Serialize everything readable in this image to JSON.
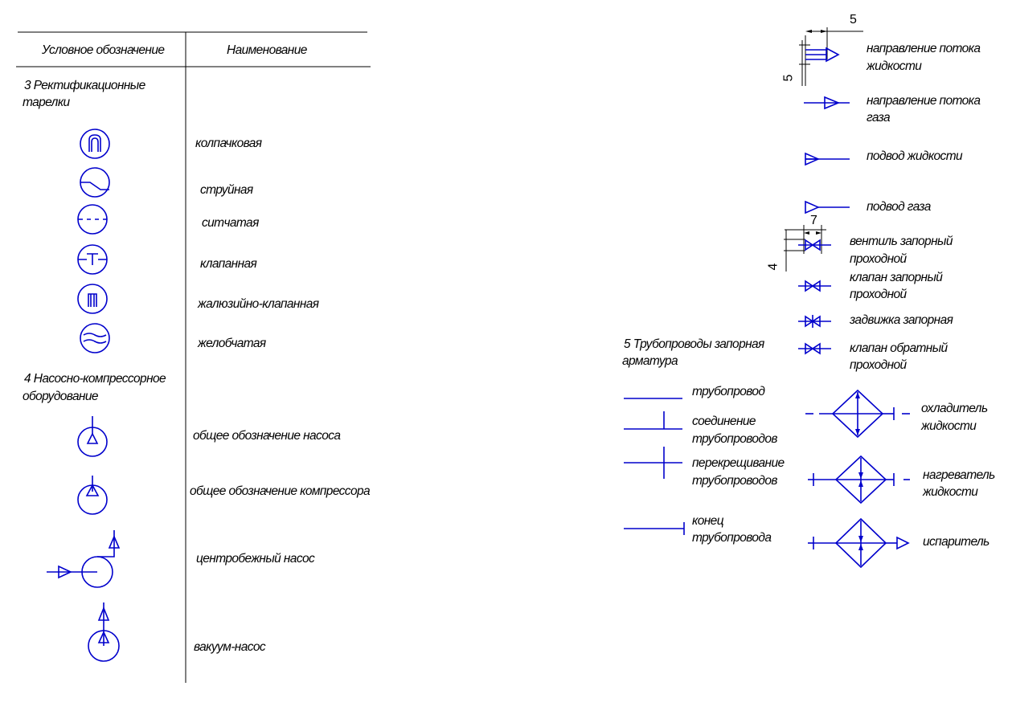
{
  "table": {
    "col_symbol": "Условное обозначение",
    "col_name": "Наименование"
  },
  "section3": {
    "title_line1": "3  Ректификационные",
    "title_line2": "тарелки",
    "items": [
      "колпачковая",
      "струйная",
      "ситчатая",
      "клапанная",
      "жалюзийно-клапанная",
      "желобчатая"
    ]
  },
  "section4": {
    "title_line1": "4  Насосно-компрессорное",
    "title_line2": "оборудование",
    "items": [
      "общее обозначение насоса",
      "общее обозначение компрессора",
      "центробежный насос",
      "вакуум-насос"
    ]
  },
  "flow": {
    "dim_5a": "5",
    "dim_5b": "5",
    "liquid_flow": [
      "направление потока",
      "жидкости"
    ],
    "gas_flow": [
      "направление потока",
      "газа"
    ],
    "liquid_supply": "подвод жидкости",
    "gas_supply": "подвод газа"
  },
  "valves": {
    "dim_7": "7",
    "dim_4": "4",
    "shutoff_valve": [
      "вентиль запорный",
      "проходной"
    ],
    "shutoff_flap": [
      "клапан запорный",
      "проходной"
    ],
    "gate_valve": "задвижка запорная",
    "check_valve": [
      "клапан обратный",
      "проходной"
    ]
  },
  "section5": {
    "title_line1": "5 Трубопроводы запорная",
    "title_line2": "арматура",
    "pipeline": "трубопровод",
    "connection": [
      "соединение",
      "трубопроводов"
    ],
    "crossing": [
      "перекрещивание",
      "трубопроводов"
    ],
    "pipe_end": [
      "конец",
      "трубопровода"
    ]
  },
  "exchangers": {
    "cooler": [
      "охладитель",
      "жидкости"
    ],
    "heater": [
      "нагреватель",
      "жидкости"
    ],
    "evaporator": "испаритель"
  },
  "colors": {
    "symbol": "#0000cc",
    "table_lines": "#000000"
  }
}
